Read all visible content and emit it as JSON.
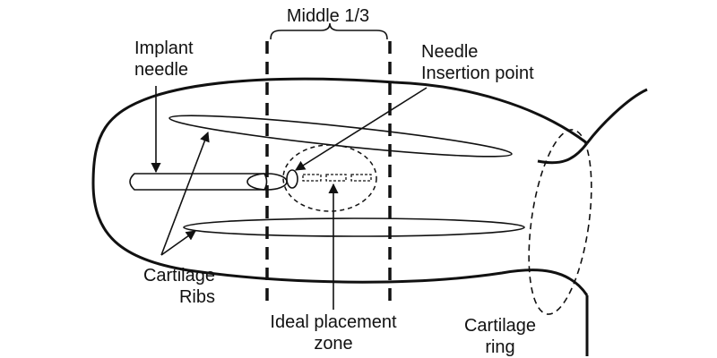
{
  "labels": {
    "middle_third": "Middle 1/3",
    "implant_needle": [
      "Implant",
      "needle"
    ],
    "needle_insertion_point": [
      "Needle",
      "Insertion point"
    ],
    "cartilage_ribs": [
      "Cartilage",
      "Ribs"
    ],
    "ideal_placement_zone": [
      "Ideal placement",
      "zone"
    ],
    "cartilage_ring": [
      "Cartilage",
      "ring"
    ]
  },
  "colors": {
    "ink": "#111111",
    "background": "#ffffff"
  }
}
